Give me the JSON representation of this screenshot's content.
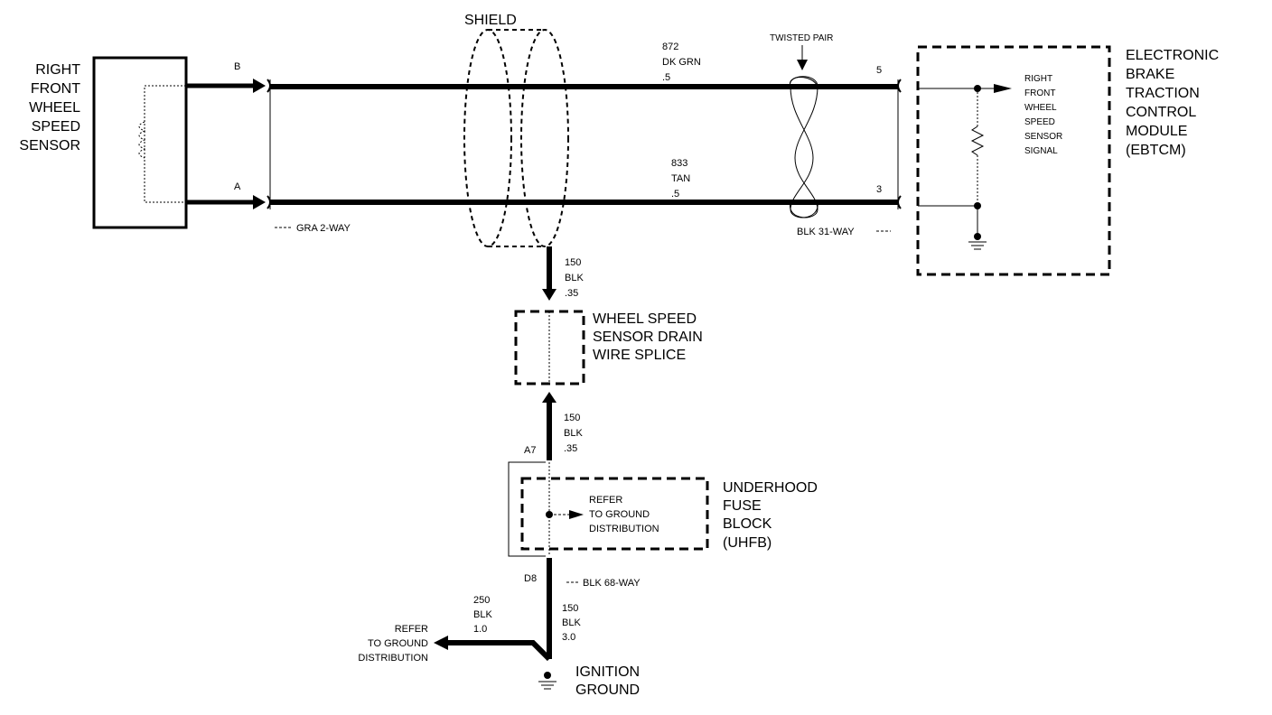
{
  "sensor": {
    "label_lines": [
      "RIGHT",
      "FRONT",
      "WHEEL",
      "SPEED",
      "SENSOR"
    ]
  },
  "connectors": {
    "sensor_pin_b": "B",
    "sensor_pin_a": "A",
    "sensor_connector": "GRA 2-WAY",
    "ebtcm_pin_5": "5",
    "ebtcm_pin_3": "3",
    "ebtcm_connector": "BLK 31-WAY",
    "uhfb_pin_a7": "A7",
    "uhfb_pin_d8": "D8",
    "uhfb_connector": "BLK 68-WAY"
  },
  "shield": {
    "label": "SHIELD"
  },
  "twisted_pair": {
    "label": "TWISTED PAIR"
  },
  "wires": {
    "upper": [
      "872",
      "DK GRN",
      ".5"
    ],
    "lower": [
      "833",
      "TAN",
      ".5"
    ],
    "drain": [
      "150",
      "BLK",
      ".35"
    ],
    "drain_lower": [
      "150",
      "BLK",
      ".35"
    ],
    "ground_main": [
      "150",
      "BLK",
      "3.0"
    ],
    "ground_branch": [
      "250",
      "BLK",
      "1.0"
    ]
  },
  "ebtcm": {
    "label_lines": [
      "ELECTRONIC",
      "BRAKE",
      "TRACTION",
      "CONTROL",
      "MODULE",
      "(EBTCM)"
    ],
    "signal_lines": [
      "RIGHT",
      "FRONT",
      "WHEEL",
      "SPEED",
      "SENSOR",
      "SIGNAL"
    ]
  },
  "splice": {
    "label_lines": [
      "WHEEL SPEED",
      "SENSOR DRAIN",
      "WIRE SPLICE"
    ]
  },
  "uhfb": {
    "label_lines": [
      "UNDERHOOD",
      "FUSE",
      "BLOCK",
      "(UHFB)"
    ],
    "refer_lines": [
      "REFER",
      "TO GROUND",
      "DISTRIBUTION"
    ]
  },
  "branch_refer": {
    "lines": [
      "REFER",
      "TO GROUND",
      "DISTRIBUTION"
    ]
  },
  "ignition_ground": {
    "label_lines": [
      "IGNITION",
      "GROUND"
    ]
  }
}
